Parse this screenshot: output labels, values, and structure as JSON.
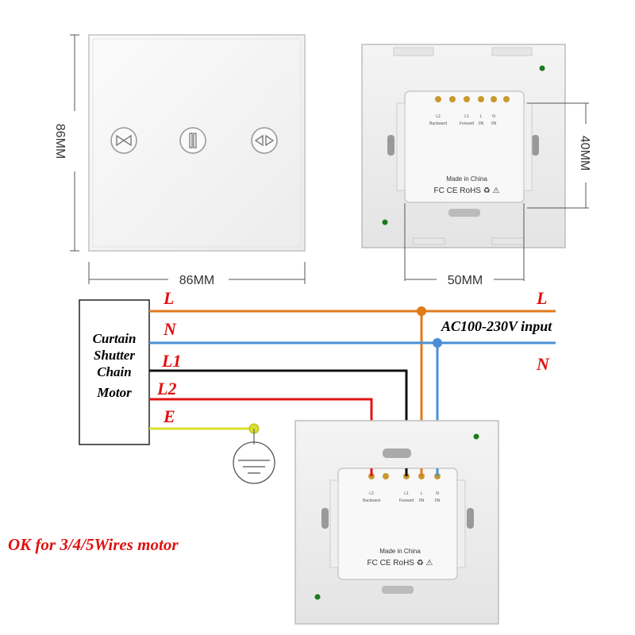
{
  "dimensions": {
    "panel_height": "86MM",
    "panel_width": "86MM",
    "module_height": "40MM",
    "module_width": "50MM"
  },
  "motor": {
    "line1": "Curtain",
    "line2": "Shutter",
    "line3": "Chain",
    "line4": "Motor"
  },
  "wires": {
    "l": "L",
    "n": "N",
    "l1": "L1",
    "l2": "L2",
    "e": "E",
    "l_right": "L",
    "n_right": "N"
  },
  "power_input": "AC100-230V input",
  "module_labels": {
    "terminal_l2": "L2",
    "terminal_l1": "L1",
    "terminal_l": "L",
    "terminal_n": "N",
    "backward": "Backward",
    "forward": "Forward",
    "sub_l": "0N",
    "sub_n": "0N",
    "made_in": "Made in China",
    "certs": "FC CE RoHS ♻ ⚠"
  },
  "footer_note": "OK for 3/4/5Wires motor",
  "colors": {
    "l_wire": "#e07a1a",
    "n_wire": "#4a8fd6",
    "l1_wire": "#111111",
    "l2_wire": "#e01515",
    "e_wire": "#d8df2a",
    "label_red": "#e01010"
  },
  "icons": {
    "open": "curtain-open-icon",
    "pause": "pause-icon",
    "close": "curtain-close-icon",
    "ground": "ground-icon"
  }
}
